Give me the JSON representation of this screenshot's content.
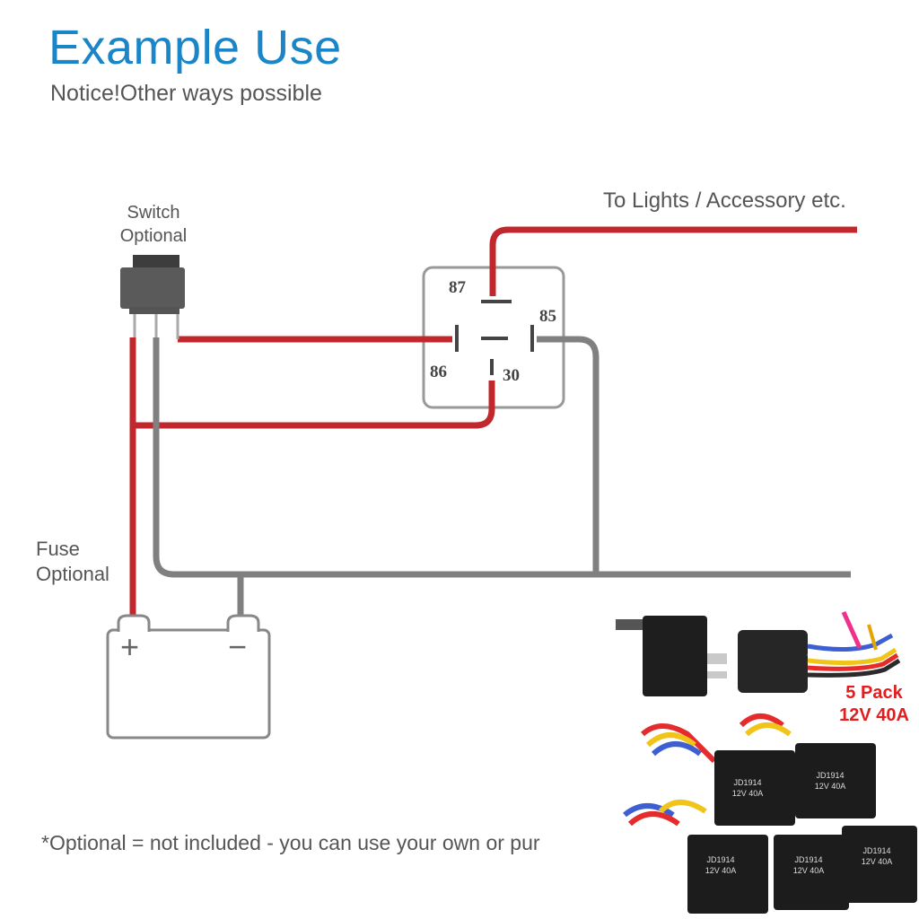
{
  "header": {
    "title": "Example Use",
    "subtitle": "Notice!Other ways possible"
  },
  "labels": {
    "switch_line1": "Switch",
    "switch_line2": "Optional",
    "lights": "To Lights / Accessory etc.",
    "fuse_line1": "Fuse",
    "fuse_line2": "Optional",
    "battery_plus": "+",
    "battery_minus": "−"
  },
  "relay": {
    "pins": [
      "87",
      "85",
      "86",
      "30"
    ]
  },
  "product": {
    "pack_line1": "5 Pack",
    "pack_line2": "12V 40A",
    "model": "JD1914",
    "rating": "12V 40A"
  },
  "footnote": "*Optional = not included - you can use your own or pur",
  "colors": {
    "title": "#1a86c8",
    "wire_red": "#c0282d",
    "wire_gray": "#808080",
    "pack_label": "#e31d1d"
  }
}
